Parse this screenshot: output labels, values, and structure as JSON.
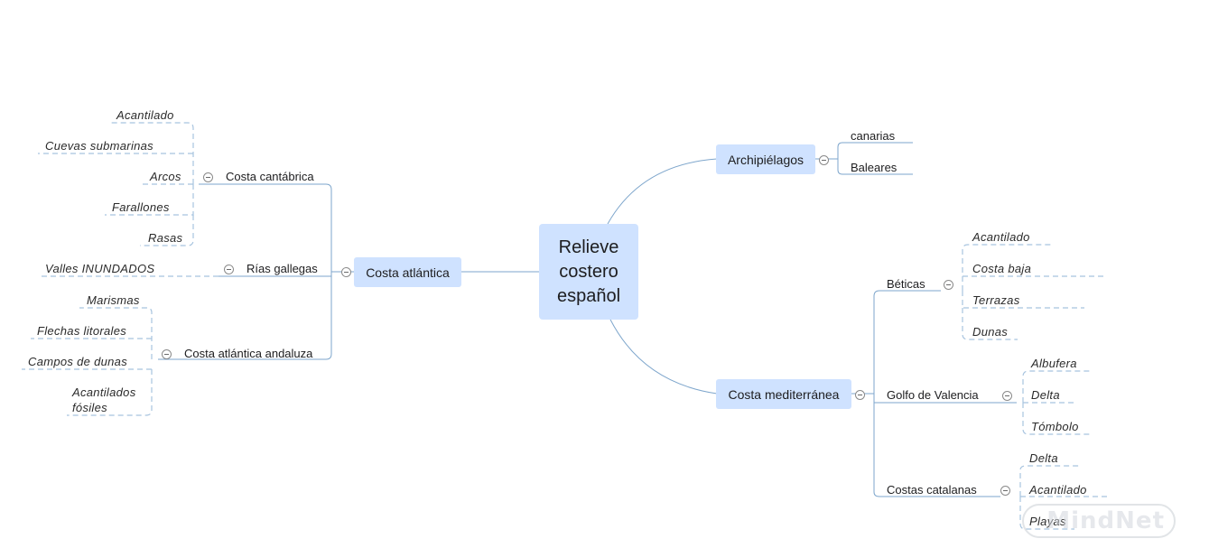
{
  "root": {
    "label": "Relieve costero español"
  },
  "left": {
    "costa_atlantica": {
      "label": "Costa atlántica",
      "cantabrica": {
        "label": "Costa cantábrica",
        "leaves": [
          "Acantilado",
          "Cuevas submarinas",
          "Arcos",
          "Farallones",
          "Rasas"
        ]
      },
      "rias": {
        "label": "Rías gallegas",
        "leaves": [
          "Valles INUNDADOS"
        ]
      },
      "andaluza": {
        "label": "Costa atlántica andaluza",
        "leaves": [
          "Marismas",
          "Flechas litorales",
          "Campos de dunas",
          "Acantilados fósiles"
        ]
      }
    }
  },
  "right": {
    "archipielagos": {
      "label": "Archipiélagos",
      "children": [
        "canarias",
        "Baleares"
      ]
    },
    "mediterranea": {
      "label": "Costa mediterránea",
      "beticas": {
        "label": "Béticas",
        "leaves": [
          "Acantilado",
          "Costa baja",
          "Terrazas",
          "Dunas"
        ]
      },
      "valencia": {
        "label": "Golfo de Valencia",
        "leaves": [
          "Albufera",
          "Delta",
          "Tómbolo"
        ]
      },
      "catalanas": {
        "label": "Costas catalanas",
        "leaves": [
          "Delta",
          "Acantilado",
          "Playas"
        ]
      }
    }
  },
  "watermark": "MindNet",
  "colors": {
    "node_fill": "#cfe2ff",
    "line": "#7ea6cc",
    "leaf_line": "#a8c4df"
  }
}
